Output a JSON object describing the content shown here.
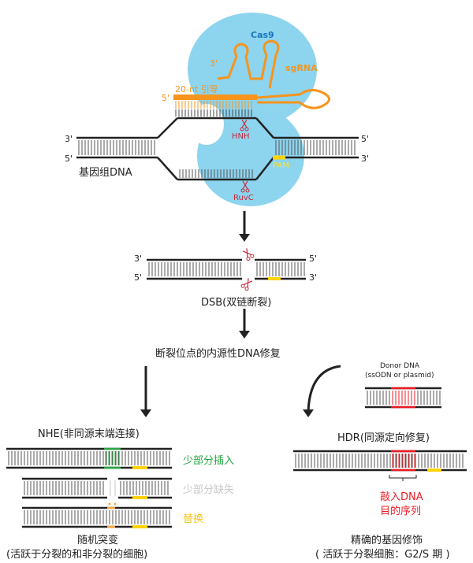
{
  "colors": {
    "cas9": "#8dd4ee",
    "sgrna": "#f7941d",
    "pam": "#ffd400",
    "scissors": "#c8283c",
    "insertion": "#27a844",
    "deletion": "#c8c8c8",
    "substitution": "#f7a840",
    "hdr": "#ed1c24",
    "strand": "#222222"
  },
  "cas9_complex": {
    "protein_label": "Cas9",
    "sgrna_label": "sgRNA",
    "guide_label": "20-nt 引导",
    "sgrna_5prime": "5'",
    "sgrna_3prime": "3'",
    "hnh_label": "HNH",
    "ruvc_label": "RuvC",
    "pam_label": "PAM"
  },
  "genomic_dna": {
    "label": "基因组DNA",
    "left_top": "3'",
    "left_bottom": "5'",
    "right_top": "5'",
    "right_bottom": "3'"
  },
  "dsb": {
    "label": "DSB(双链断裂)",
    "left_top": "3'",
    "left_bottom": "5'",
    "right_top": "5'",
    "right_bottom": "3'"
  },
  "repair": {
    "title": "断裂位点的内源性DNA修复"
  },
  "nhej": {
    "title": "NHE(非同源末端连接)",
    "outcomes": [
      "少部分插入",
      "少部分缺失",
      "替换"
    ],
    "result": "随机突变",
    "note": "(活跃于分裂的和非分裂的细胞)"
  },
  "hdr": {
    "donor_title": "Donor DNA",
    "donor_sub": "(ssODN or plasmid)",
    "title": "HDR(同源定向修复)",
    "knockin_line1": "敲入DNA",
    "knockin_line2": "目的序列",
    "result": "精确的基因修饰",
    "note": "( 活跃于分裂细胞：G2/S 期 )"
  }
}
